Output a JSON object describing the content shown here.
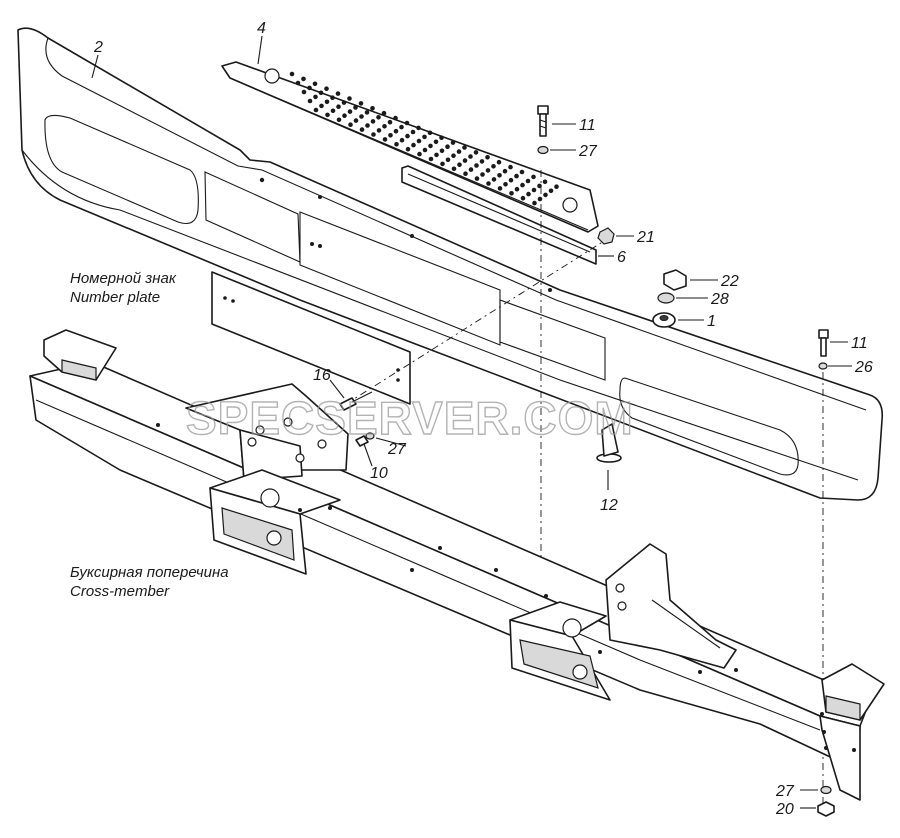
{
  "watermark": "SPECSERVER.COM",
  "captions": {
    "number_plate_ru": "Номерной знак",
    "number_plate_en": "Number plate",
    "cross_member_ru": "Буксирная поперечина",
    "cross_member_en": "Cross-member"
  },
  "callouts": {
    "c1": "1",
    "c2": "2",
    "c4": "4",
    "c6": "6",
    "c10": "10",
    "c11a": "11",
    "c11b": "11",
    "c12": "12",
    "c16": "16",
    "c20": "20",
    "c21": "21",
    "c22": "22",
    "c26": "26",
    "c27a": "27",
    "c27b": "27",
    "c27c": "27",
    "c28": "28"
  }
}
